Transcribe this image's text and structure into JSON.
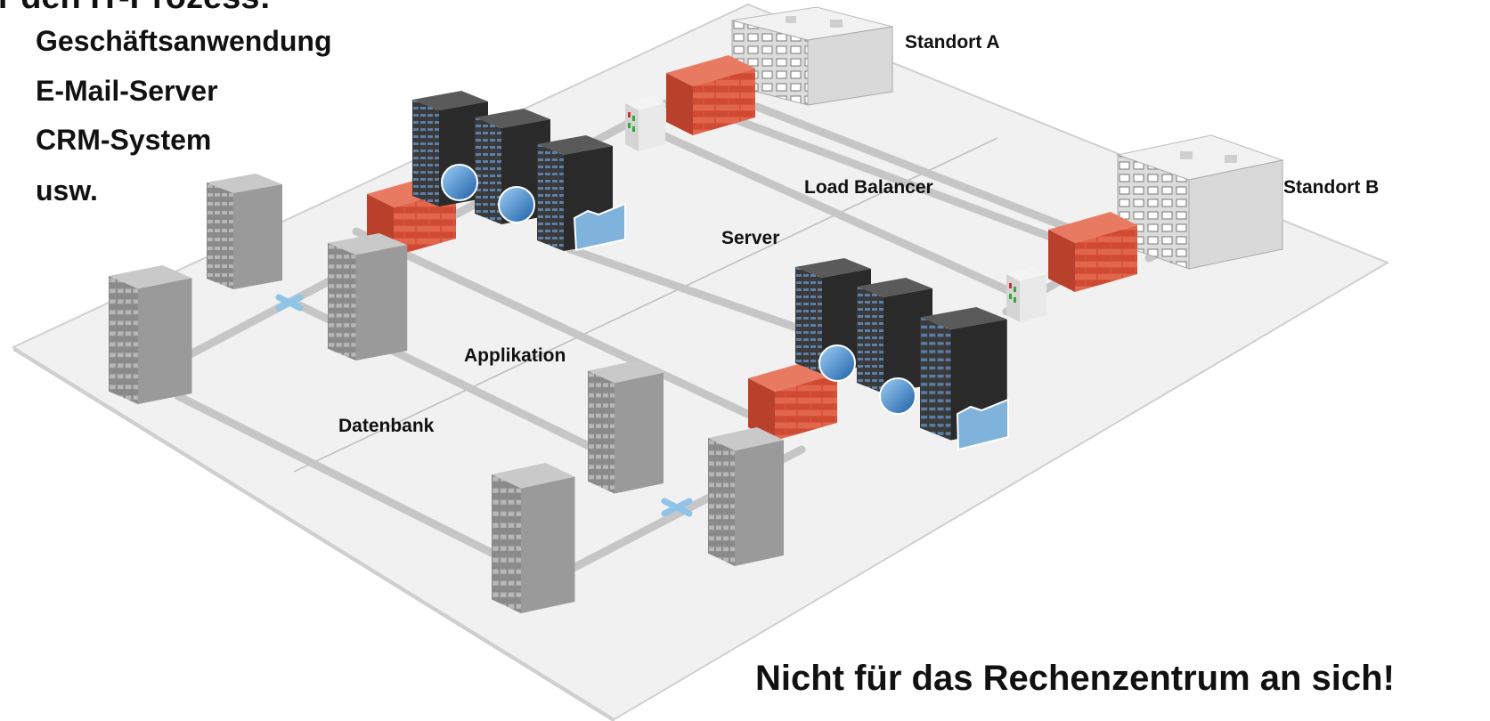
{
  "slide": {
    "heading_fragment": "für den IT-Prozess:",
    "bullets": [
      "Geschäftsanwendung",
      "E-Mail-Server",
      "CRM-System",
      "usw."
    ],
    "footer_fragment": "Nicht für das Rechenzentrum an sich!"
  },
  "diagram": {
    "labels": {
      "standort_a": "Standort A",
      "standort_b": "Standort B",
      "load_balancer": "Load Balancer",
      "server": "Server",
      "applikation": "Applikation",
      "datenbank": "Datenbank"
    },
    "colors": {
      "floor": "#f1f1f1",
      "floor_edge": "#cfcfcf",
      "cable": "#bdbdbd",
      "firewall": "#d9533c",
      "server_dark": "#2d2d2d",
      "server_light": "#8e8e8e",
      "building": "#e6e6e6",
      "switch": "#8fc4e8",
      "globe": "#2f7fc8",
      "folder": "#7fb3db"
    },
    "icons": [
      "building-icon",
      "firewall-icon",
      "server-rack-icon",
      "globe-icon",
      "folder-icon",
      "load-balancer-icon",
      "network-switch-icon"
    ]
  }
}
